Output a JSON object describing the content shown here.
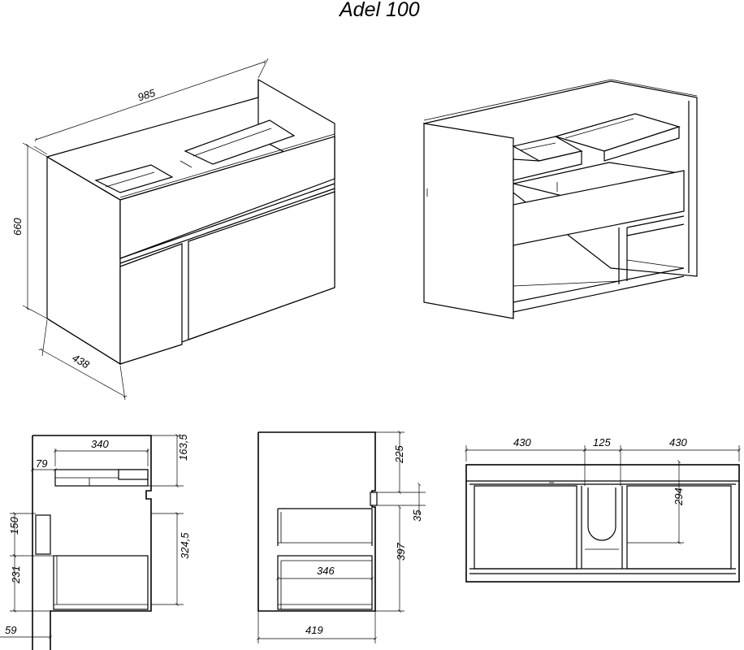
{
  "title": "Adel 100",
  "dimensions": {
    "width": "985",
    "height": "660",
    "depth": "438",
    "left_top_width": "340",
    "left_top_height": "163,5",
    "left_indent": "79",
    "left_drawer_h": "150",
    "left_mid": "324,5",
    "left_low": "231",
    "left_foot": "59",
    "mid_top": "225",
    "mid_gap": "35",
    "mid_lower": "397",
    "mid_inner": "346",
    "mid_bottom": "419",
    "right_left": "430",
    "right_center": "125",
    "right_right": "430",
    "right_height": "294"
  }
}
